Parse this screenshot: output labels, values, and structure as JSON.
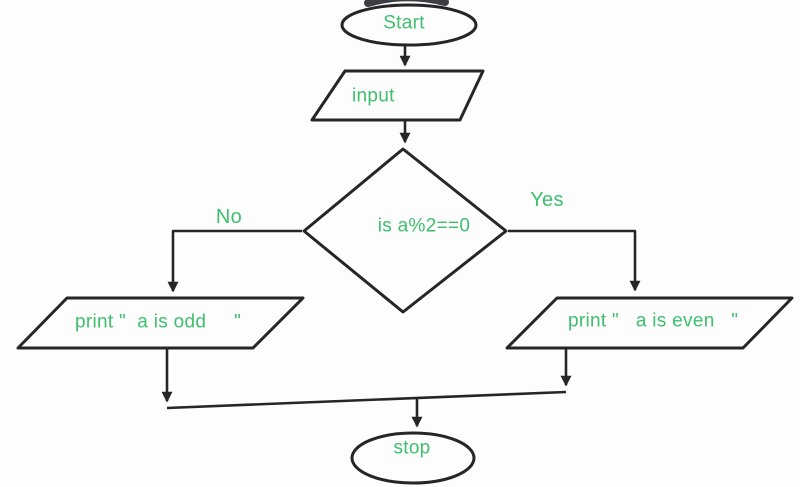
{
  "flowchart": {
    "type": "flowchart",
    "nodes": {
      "start": {
        "shape": "ellipse",
        "label": "Start"
      },
      "input": {
        "shape": "parallelogram",
        "label": "input"
      },
      "decision": {
        "shape": "diamond",
        "label": "is a%2==0"
      },
      "print_odd": {
        "shape": "parallelogram",
        "label": "print \"  a is odd     \""
      },
      "print_even": {
        "shape": "parallelogram",
        "label": "print \"   a is even   \""
      },
      "stop": {
        "shape": "ellipse",
        "label": "stop"
      }
    },
    "edges": [
      {
        "from": "start",
        "to": "input",
        "label": ""
      },
      {
        "from": "input",
        "to": "decision",
        "label": ""
      },
      {
        "from": "decision",
        "to": "print_odd",
        "label": "No"
      },
      {
        "from": "decision",
        "to": "print_even",
        "label": "Yes"
      },
      {
        "from": "print_odd",
        "to": "stop",
        "label": ""
      },
      {
        "from": "print_even",
        "to": "stop",
        "label": ""
      }
    ],
    "colors": {
      "line": "#262626",
      "label": "#3fbf6e",
      "bg": "#fdfdfd",
      "artifact": "#2d2d34"
    }
  }
}
